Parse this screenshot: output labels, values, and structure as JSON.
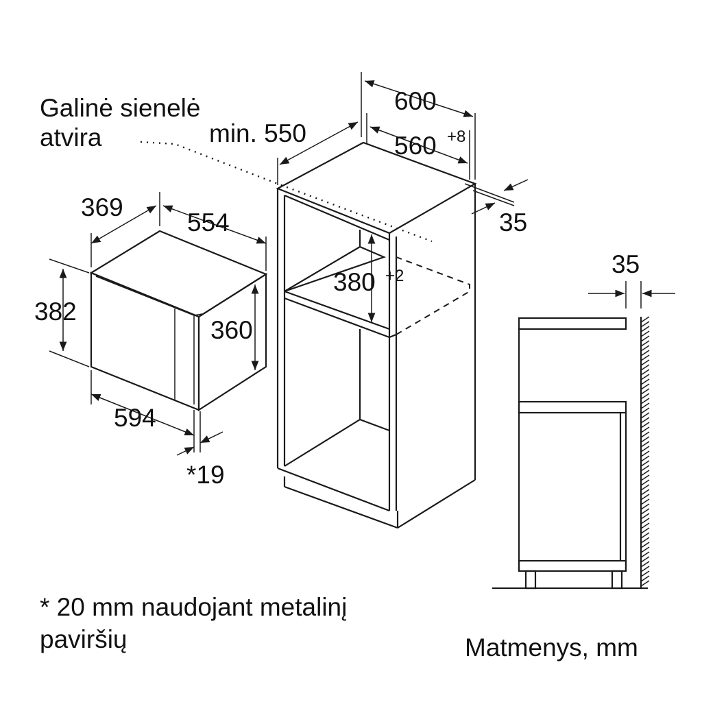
{
  "labels": {
    "rear_wall_line1": "Galinė sienelė",
    "rear_wall_line2": "atvira",
    "depth_min": "min. 550",
    "width_600": "600",
    "niche_width": "560",
    "niche_width_tol": "+8",
    "gap_35_top": "35",
    "gap_35_side": "35",
    "niche_height": "380",
    "niche_height_tol": "+2",
    "mw_depth": "369",
    "mw_inner_width": "554",
    "mw_height": "382",
    "mw_body_height": "360",
    "mw_width": "594",
    "mw_door": "*19",
    "footnote_line1": "* 20 mm naudojant metalinį",
    "footnote_line2": "paviršių",
    "units": "Matmenys, mm"
  }
}
